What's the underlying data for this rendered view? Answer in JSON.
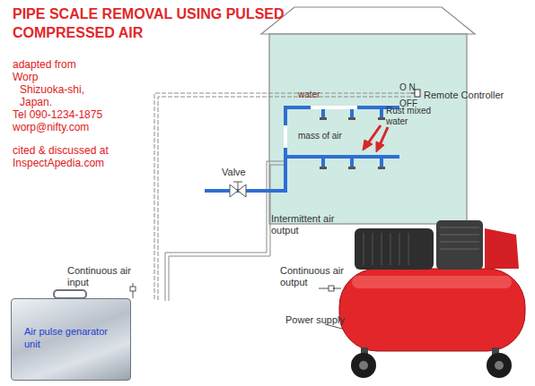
{
  "diagram": {
    "title": "PIPE SCALE REMOVAL USING PULSED COMPRESSED AIR",
    "nodes": [
      {
        "text": [
          "Air pulse genarator unit"
        ]
      }
    ],
    "labels": [
      "adapted from",
      "Worp",
      "Shizuoka-shi,",
      "Japan.",
      "Tel 090-1234-1875",
      "worp@nifty.com",
      "cited & discussed at",
      "InspectApedia.com",
      "O N",
      "OFF",
      "Remote Controller",
      "water",
      "mass of air",
      "Rust mixed water",
      "Valve",
      "Intermittent air output",
      "Continuous air input",
      "Continuous air output",
      "Power supply"
    ]
  }
}
